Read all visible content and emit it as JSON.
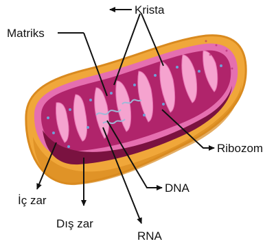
{
  "labels": {
    "krista": "Krista",
    "matriks": "Matriks",
    "ribozom": "Ribozom",
    "dna": "DNA",
    "ic_zar": "İç zar",
    "dis_zar": "Dış zar",
    "rna": "RNA"
  },
  "colors": {
    "outer_membrane": "#f0a73a",
    "outer_membrane_dark": "#d98a1f",
    "matrix": "#b0246b",
    "inner_membrane": "#e56fb0",
    "cristae_fold": "#f5a3cf",
    "cross_section": "#7a1240",
    "dna_strand": "#9fb8d8",
    "ribosome": "#6fa0d8",
    "line": "#111111"
  }
}
